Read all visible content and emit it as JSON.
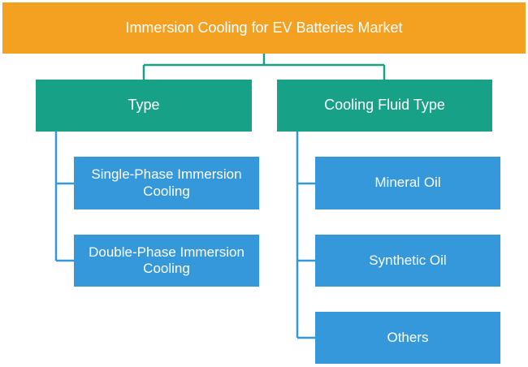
{
  "root": {
    "label": "Immersion Cooling for EV Batteries Market"
  },
  "categories": [
    {
      "label": "Type",
      "items": [
        "Single-Phase Immersion Cooling",
        "Double-Phase Immersion Cooling"
      ]
    },
    {
      "label": "Cooling Fluid Type",
      "items": [
        "Mineral Oil",
        "Synthetic Oil",
        "Others"
      ]
    }
  ],
  "colors": {
    "root": "#f4a021",
    "category": "#17a187",
    "leaf": "#3498db",
    "text": "#ffffff"
  }
}
